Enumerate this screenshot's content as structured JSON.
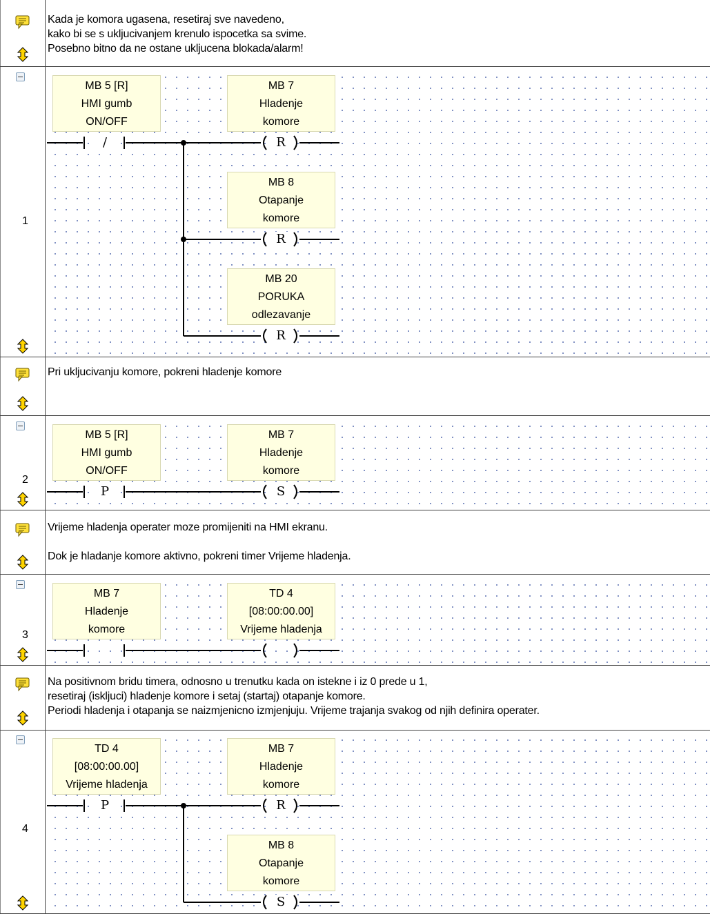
{
  "colors": {
    "label_bg": "#ffffe1",
    "gutter_line": "#404040",
    "grid_dot": "#6a7db8"
  },
  "comments": [
    {
      "lines": [
        "Kada je komora ugasena, resetiraj sve navedeno,",
        "kako bi se s ukljucivanjem krenulo ispocetka sa svime.",
        "Posebno bitno da ne ostane ukljucena blokada/alarm!"
      ]
    },
    {
      "lines": [
        "Pri ukljucivanju komore, pokreni hladenje komore"
      ]
    },
    {
      "lines": [
        "Vrijeme hladenja operater moze promijeniti na HMI ekranu.",
        "",
        "Dok je hladanje komore aktivno, pokreni timer Vrijeme hladenja."
      ]
    },
    {
      "lines": [
        "Na positivnom bridu timera, odnosno u trenutku kada on istekne i iz 0 prede u 1,",
        "resetiraj (iskljuci) hladenje komore i setaj (startaj) otapanje komore.",
        "Periodi hladenja i otapanja se naizmjenicno izmjenjuju. Vrijeme trajanja svakog od njih definira operater."
      ]
    }
  ],
  "rungs": [
    {
      "number": "1",
      "contact": {
        "type": "nc",
        "symbol": "/",
        "label": [
          "MB 5 [R]",
          "HMI gumb",
          "ON/OFF"
        ]
      },
      "coils": [
        {
          "symbol": "R",
          "label": [
            "MB 7",
            "Hladenje",
            "komore"
          ]
        },
        {
          "symbol": "R",
          "label": [
            "MB 8",
            "Otapanje",
            "komore"
          ]
        },
        {
          "symbol": "R",
          "label": [
            "MB 20",
            "PORUKA",
            "odlezavanje"
          ]
        }
      ]
    },
    {
      "number": "2",
      "contact": {
        "type": "p",
        "symbol": "P",
        "label": [
          "MB 5 [R]",
          "HMI gumb",
          "ON/OFF"
        ]
      },
      "coils": [
        {
          "symbol": "S",
          "label": [
            "MB 7",
            "Hladenje",
            "komore"
          ]
        }
      ]
    },
    {
      "number": "3",
      "contact": {
        "type": "no",
        "symbol": "",
        "label": [
          "MB 7",
          "Hladenje",
          "komore"
        ]
      },
      "coils": [
        {
          "symbol": "",
          "label": [
            "TD 4",
            "[08:00:00.00]",
            "Vrijeme hladenja"
          ]
        }
      ]
    },
    {
      "number": "4",
      "contact": {
        "type": "p",
        "symbol": "P",
        "label": [
          "TD 4",
          "[08:00:00.00]",
          "Vrijeme hladenja"
        ]
      },
      "coils": [
        {
          "symbol": "R",
          "label": [
            "MB 7",
            "Hladenje",
            "komore"
          ]
        },
        {
          "symbol": "S",
          "label": [
            "MB 8",
            "Otapanje",
            "komore"
          ]
        }
      ]
    }
  ]
}
